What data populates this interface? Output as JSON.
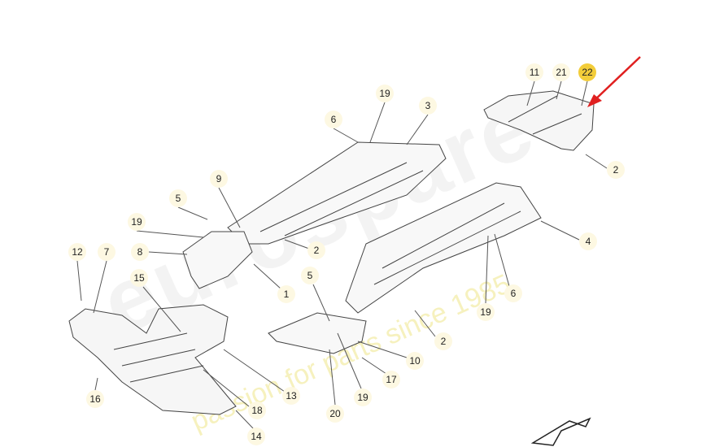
{
  "diagram": {
    "watermark": {
      "brand": "eurospares",
      "tagline": "passion for parts since 1985"
    },
    "highlight_color": "#f3cd3a",
    "arrow_color": "#e02020",
    "callouts": [
      "11",
      "21",
      "22",
      "19",
      "3",
      "6",
      "2",
      "9",
      "5",
      "19",
      "8",
      "12",
      "7",
      "2",
      "4",
      "15",
      "1",
      "5",
      "6",
      "19",
      "2",
      "10",
      "17",
      "13",
      "16",
      "18",
      "19",
      "20",
      "14"
    ]
  }
}
